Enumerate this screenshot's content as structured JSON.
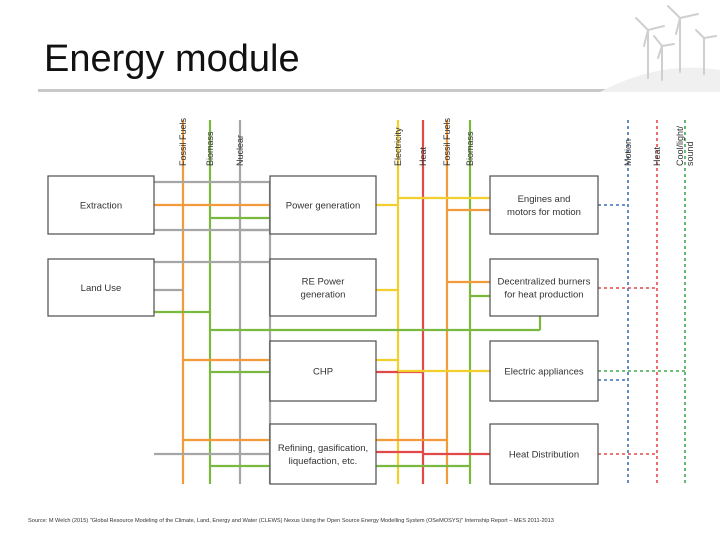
{
  "slide": {
    "title": "Energy module",
    "source": "Source: M Welch (2015) \"Global Resource Modeling of the Climate, Land, Energy and Water (CLEWS) Nexus Using the Open Source Energy Modelling System (OSeMOSYS)\" Internship Report – MES 2011-2013"
  },
  "diagram": {
    "boxes": [
      {
        "id": "extraction",
        "lines": [
          "Extraction"
        ]
      },
      {
        "id": "land-use",
        "lines": [
          "Land Use"
        ]
      },
      {
        "id": "power-generation",
        "lines": [
          "Power generation"
        ]
      },
      {
        "id": "re-power-generation",
        "lines": [
          "RE Power",
          "generation"
        ]
      },
      {
        "id": "chp",
        "lines": [
          "CHP"
        ]
      },
      {
        "id": "refining",
        "lines": [
          "Refining, gasification,",
          "liquefaction, etc."
        ]
      },
      {
        "id": "engines",
        "lines": [
          "Engines and",
          "motors for motion"
        ]
      },
      {
        "id": "decentralized-burners",
        "lines": [
          "Decentralized burners",
          "for heat production"
        ]
      },
      {
        "id": "electric-appliances",
        "lines": [
          "Electric appliances"
        ]
      },
      {
        "id": "heat-distribution",
        "lines": [
          "Heat Distribution"
        ]
      }
    ],
    "columns": [
      {
        "id": "fossil-fuels-1",
        "label": "Fossil Fuels",
        "color": "#f39a3a"
      },
      {
        "id": "biomass-1",
        "label": "Biomass",
        "color": "#7ab840"
      },
      {
        "id": "nuclear",
        "label": "Nuclear",
        "color": "#9a9a9a"
      },
      {
        "id": "electricity",
        "label": "Electricity",
        "color": "#f2cf2c"
      },
      {
        "id": "heat-1",
        "label": "Heat",
        "color": "#e24a4a"
      },
      {
        "id": "fossil-fuels-2",
        "label": "Fossil Fuels",
        "color": "#f39a3a"
      },
      {
        "id": "biomass-2",
        "label": "Biomass",
        "color": "#7ab840"
      },
      {
        "id": "motion",
        "label": "Motion",
        "color": "#3d6fb0"
      },
      {
        "id": "heat-2",
        "label": "Heat",
        "color": "#e24a4a"
      },
      {
        "id": "cool-light-sound",
        "label": "Cool/light/ sound",
        "color": "#3ea84f"
      }
    ],
    "colors": {
      "grey": "#a6a6a6",
      "orange": "#f39a3a",
      "green": "#7ab840",
      "yellow": "#f2cf2c",
      "red": "#e24a4a",
      "blue": "#3d6fb0",
      "dark_green": "#3ea84f",
      "box_stroke": "#4d4d4d"
    }
  }
}
